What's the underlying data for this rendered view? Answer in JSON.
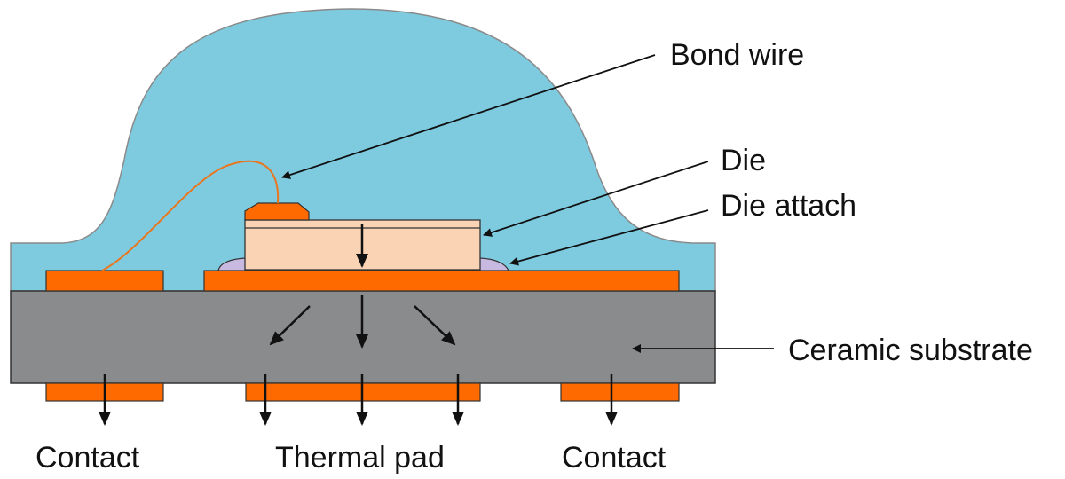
{
  "labels": {
    "bond_wire": "Bond wire",
    "die": "Die",
    "die_attach": "Die attach",
    "ceramic_substrate": "Ceramic substrate",
    "contact_left": "Contact",
    "thermal_pad": "Thermal pad",
    "contact_right": "Contact"
  },
  "colors": {
    "encapsulant": "#7ecbe0",
    "encapsulant_stroke": "#8a8a8a",
    "substrate": "#8a8b8d",
    "copper": "#ff6a00",
    "die": "#f9d3b4",
    "die_attach": "#c7b9e0",
    "bond_wire": "#e8761e",
    "arrow": "#111111"
  }
}
